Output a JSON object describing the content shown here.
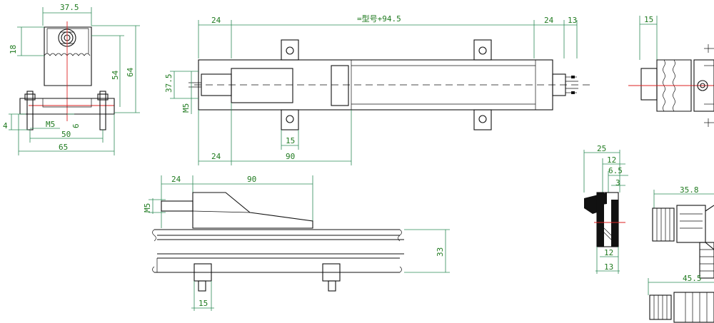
{
  "labels": {
    "end_view": {
      "width_top": "37.5",
      "offset": "18",
      "height_inner": "54",
      "height_total": "64",
      "thread": "M5",
      "foot": "4",
      "small": "6",
      "base_inner": "50",
      "base_total": "65"
    },
    "top_view": {
      "left_offset": "24",
      "model_formula": "=型号+94.5",
      "right_offset": "24",
      "right_end": "13",
      "height": "37.5",
      "thread": "M5",
      "slot": "15",
      "bottom_offset": "24",
      "slider_length": "90"
    },
    "right_view": {
      "width": "15"
    },
    "side_view": {
      "left_offset": "24",
      "slider_length": "90",
      "thread": "M5",
      "height": "33",
      "mount_width": "15"
    },
    "bracket_view": {
      "w25": "25",
      "w12": "12",
      "w65": "6.5",
      "w3": "3",
      "w12b": "12",
      "w13": "13"
    },
    "connector_view": {
      "len1": "35.8",
      "len2": "45.5"
    }
  },
  "colors": {
    "dimension": "#1f7a1f",
    "outline": "#111111",
    "centerline": "#dd2222"
  }
}
